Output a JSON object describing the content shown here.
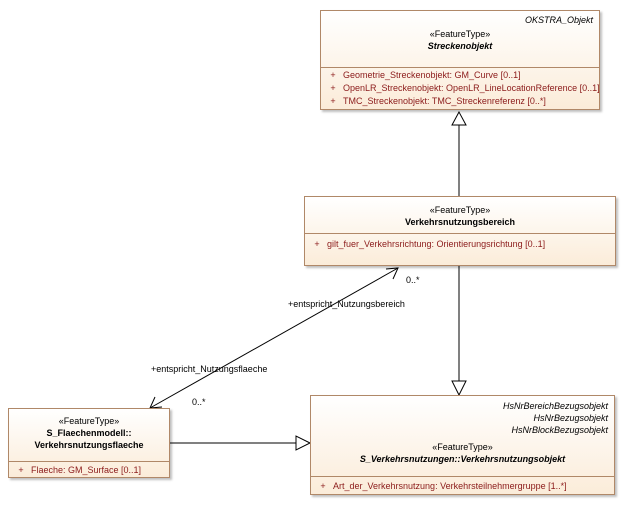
{
  "classes": {
    "streckenobjekt": {
      "tag": "OKSTRA_Objekt",
      "stereotype": "«FeatureType»",
      "name": "Streckenobjekt",
      "attributes": [
        {
          "vis": "+",
          "text": "Geometrie_Streckenobjekt: GM_Curve [0..1]"
        },
        {
          "vis": "+",
          "text": "OpenLR_Streckenobjekt: OpenLR_LineLocationReference [0..1]"
        },
        {
          "vis": "+",
          "text": "TMC_Streckenobjekt: TMC_Streckenreferenz [0..*]"
        }
      ]
    },
    "verkehrsnutzungsbereich": {
      "stereotype": "«FeatureType»",
      "name": "Verkehrsnutzungsbereich",
      "attributes": [
        {
          "vis": "+",
          "text": "gilt_fuer_Verkehrsrichtung: Orientierungsrichtung [0..1]"
        }
      ]
    },
    "verkehrsnutzungsflaeche": {
      "stereotype": "«FeatureType»",
      "name_line1": "S_Flaechenmodell::",
      "name_line2": "Verkehrsnutzungsflaeche",
      "attributes": [
        {
          "vis": "+",
          "text": "Flaeche: GM_Surface [0..1]"
        }
      ]
    },
    "verkehrsnutzungsobjekt": {
      "tags": [
        "HsNrBereichBezugsobjekt",
        "HsNrBezugsobjekt",
        "HsNrBlockBezugsobjekt"
      ],
      "stereotype": "«FeatureType»",
      "name": "S_Verkehrsnutzungen::Verkehrsnutzungsobjekt",
      "attributes": [
        {
          "vis": "+",
          "text": "Art_der_Verkehrsnutzung: Verkehrsteilnehmergruppe [1..*]"
        }
      ]
    }
  },
  "association": {
    "role_bereich": "+entspricht_Nutzungsbereich",
    "mult_bereich": "0..*",
    "role_flaeche": "+entspricht_Nutzungsflaeche",
    "mult_flaeche": "0..*"
  }
}
